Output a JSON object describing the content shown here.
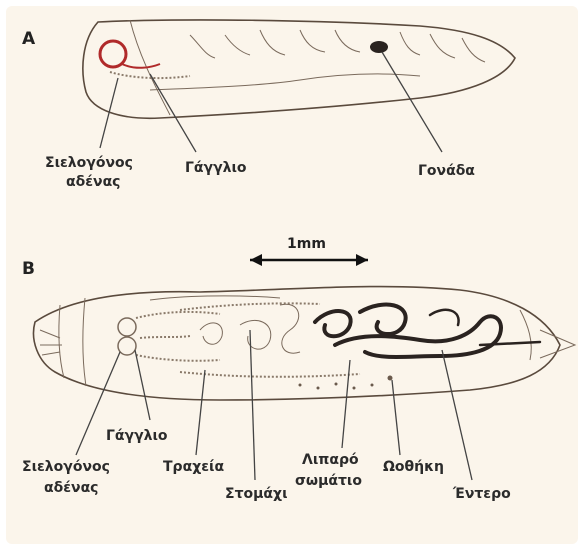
{
  "panels": {
    "a": {
      "letter": "A",
      "labels": {
        "salivary_gland_line1": "Σιελογόνος",
        "salivary_gland_line2": "αδένας",
        "ganglion": "Γάγγλιο",
        "gonad": "Γονάδα"
      }
    },
    "b": {
      "letter": "B",
      "scale_bar": "1mm",
      "labels": {
        "ganglion": "Γάγγλιο",
        "salivary_gland_line1": "Σιελογόνος",
        "salivary_gland_line2": "αδένας",
        "trachea": "Τραχεία",
        "stomach": "Στομάχι",
        "fat_body_line1": "Λιπαρό",
        "fat_body_line2": "σωμάτιο",
        "oviduct": "Ωοθήκη",
        "intestine": "Έντερο"
      }
    }
  },
  "colors": {
    "background": "#fbf5eb",
    "outline": "#5a4a3d",
    "salivary_gland_red": "#b02a2a",
    "organ_dark": "#2a2320"
  }
}
